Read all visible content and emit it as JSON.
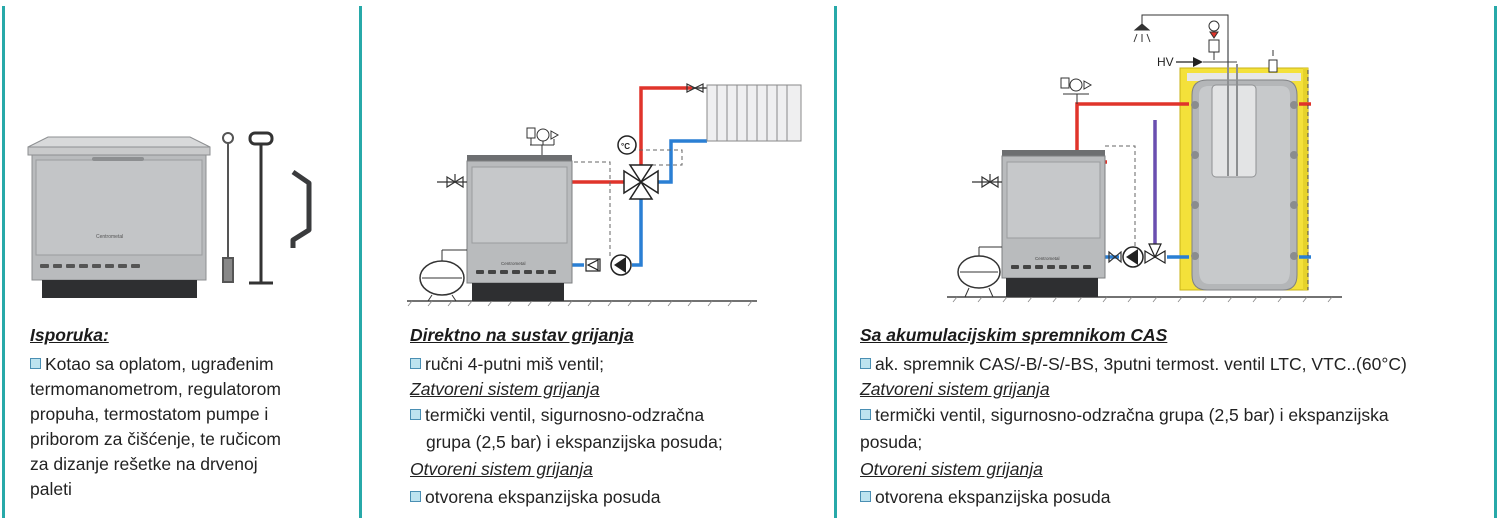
{
  "brand": "Centrometal",
  "colors": {
    "divider": "#27a9a9",
    "hot_pipe": "#e0342b",
    "cold_pipe": "#2a7fd4",
    "insulation": "#f4e13a",
    "boiler": "#b9bbbd"
  },
  "panel1": {
    "heading": "Isporuka:",
    "text_lines": [
      "Kotao sa oplatom, ugrađenim",
      "termomanometrom, regulatorom",
      "propuha, termostatom pumpe i",
      "priborom za čišćenje, te ručicom",
      "za dizanje rešetke na drvenoj",
      "paleti"
    ]
  },
  "panel2": {
    "heading": "Direktno na sustav grijanja",
    "line1": "ručni 4-putni miš ventil;",
    "closed_title": "Zatvoreni sistem grijanja",
    "line2a": "termički ventil, sigurnosno-odzračna",
    "line2b": "grupa (2,5 bar) i ekspanzijska posuda;",
    "open_title": "Otvoreni sistem grijanja",
    "line3": "otvorena ekspanzijska posuda"
  },
  "panel3": {
    "heading": "Sa akumulacijskim spremnikom CAS",
    "line1": "ak. spremnik CAS/-B/-S/-BS, 3putni termost. ventil LTC, VTC..(60°C)",
    "closed_title": "Zatvoreni sistem grijanja",
    "line2a": "termički ventil, sigurnosno-odzračna grupa (2,5 bar) i ekspanzijska",
    "line2b": "posuda;",
    "open_title": "Otvoreni sistem grijanja",
    "line3": "otvorena ekspanzijska posuda",
    "hv_label": "HV"
  },
  "icons": [
    "boiler-stove",
    "poker-tool",
    "lifting-handle",
    "hook-tool",
    "radiator",
    "mixing-valve-4way",
    "thermostat",
    "circulation-pump",
    "expansion-vessel",
    "safety-group",
    "storage-tank",
    "shower-icon"
  ]
}
